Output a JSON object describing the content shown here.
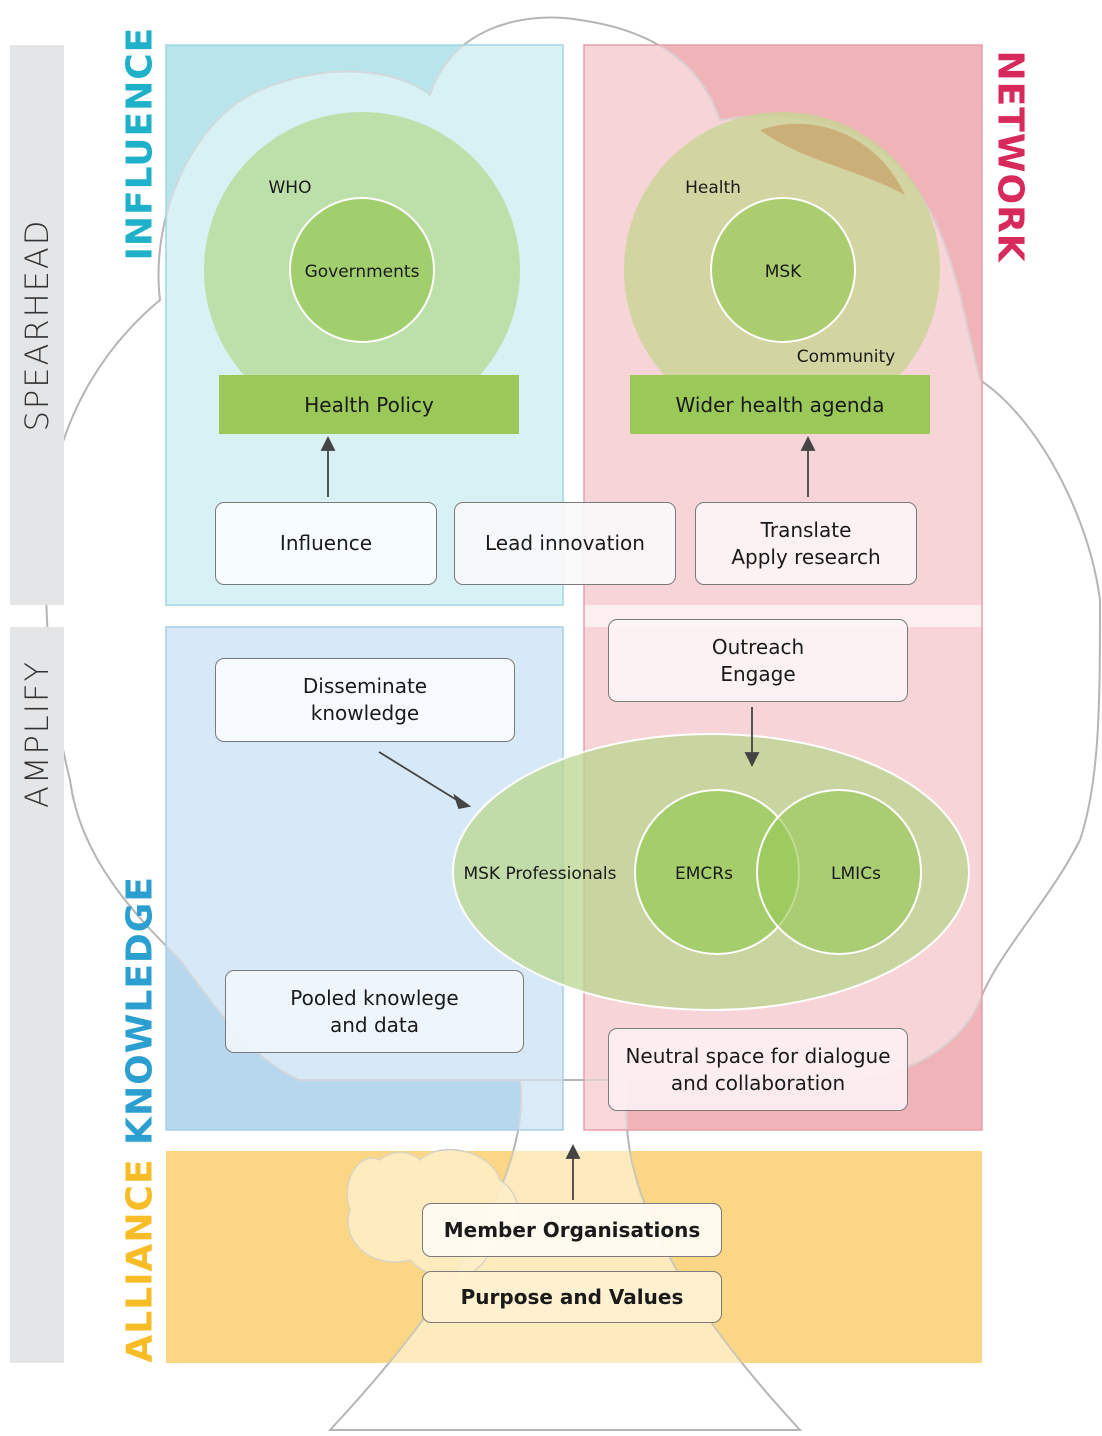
{
  "sidebar": {
    "top_label": "SPEARHEAD",
    "bottom_label": "AMPLIFY"
  },
  "pillars": {
    "influence": "INFLUENCE",
    "network": "NETWORK",
    "knowledge": "KNOWLEDGE",
    "alliance": "ALLIANCE"
  },
  "influence_circles": {
    "outer": "WHO",
    "inner": "Governments"
  },
  "network_circles": {
    "outer_top": "Health",
    "inner": "MSK",
    "outer_bottom": "Community"
  },
  "green_bars": {
    "left": "Health Policy",
    "right": "Wider health agenda"
  },
  "boxes": {
    "influence": "Influence",
    "lead_innovation": "Lead innovation",
    "translate": "Translate\nApply research",
    "outreach": "Outreach\nEngage",
    "disseminate": "Disseminate\nknowledge",
    "pooled": "Pooled knowlege\nand data",
    "neutral": "Neutral space for dialogue\nand collaboration",
    "members": "Member Organisations",
    "purpose": "Purpose and Values"
  },
  "ellipse": {
    "professionals": "MSK Professionals",
    "emcrs": "EMCRs",
    "lmics": "LMICs"
  },
  "colors": {
    "influence": "#1fb1c9",
    "network": "#d82a5a",
    "knowledge": "#2b9fd0",
    "alliance": "#f8bc26",
    "green": "#9ac95a"
  }
}
